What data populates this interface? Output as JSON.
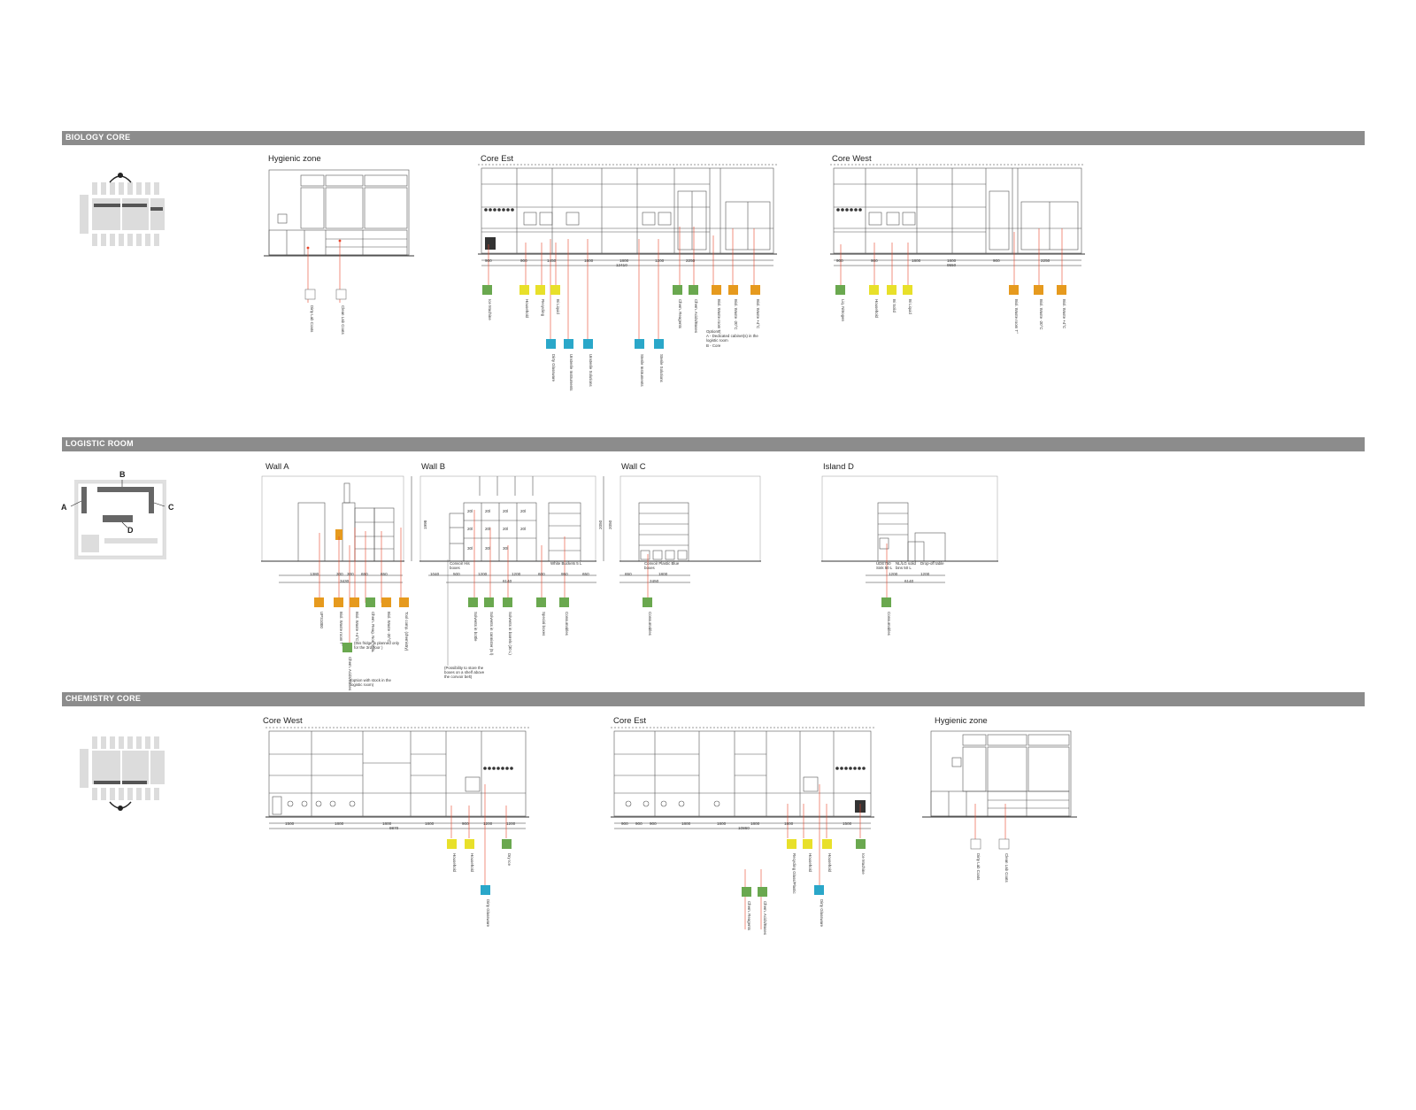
{
  "sections": {
    "biology": "BIOLOGY CORE",
    "logistic": "LOGISTIC ROOM",
    "chemistry": "CHEMISTRY CORE"
  },
  "biology": {
    "hygienic": {
      "title": "Hygienic zone",
      "items": [
        "Dirty Lab Coats",
        "Clean Lab Coats"
      ]
    },
    "core_est": {
      "title": "Core Est",
      "dims": [
        "900",
        "900",
        "1450",
        "1800",
        "1800",
        "1200",
        "2250"
      ],
      "total": "12410",
      "top_items": [
        "Ice Machine",
        "Household",
        "Recycling",
        "Bi Liquid",
        "Chem. Reagents",
        "Chem. Acids/Bases",
        "Biol. Waste room T°",
        "Biol. Waste -20°C",
        "Biol. Waste +4°C"
      ],
      "bottom_items": [
        "Dirty Glassware",
        "Unsterile Instruments",
        "Unsterile Solutions",
        "Sterile Instruments",
        "Sterile Solutions"
      ],
      "options": [
        "Options",
        "A - Dedicated cabinet(s) in the logistic room",
        "B - Core"
      ]
    },
    "core_west": {
      "title": "Core West",
      "dims": [
        "900",
        "900",
        "1800",
        "1800",
        "900",
        "2250"
      ],
      "total": "9550",
      "items": [
        "Liq. Nitrogen",
        "Household",
        "Bi Solid",
        "Bi Liquid",
        "Biol. Waste room T°",
        "Biol. Waste -20°C",
        "Biol. Waste +4°C"
      ]
    }
  },
  "logistic": {
    "keyplan": {
      "a": "A",
      "b": "B",
      "c": "C",
      "d": "D"
    },
    "wall_a": {
      "title": "Wall A",
      "height": "1998",
      "dims": [
        "1380",
        "300",
        "300",
        "650",
        "650"
      ],
      "total": "3430",
      "items": [
        "UPS1000",
        "Biol. Waste room T°",
        "Biol. Waste +4°C",
        "Chem. Reag. Non-Vola.",
        "Biol. Waste -20°C",
        "Tool comp. (chemistry)"
      ],
      "fridge_note": "(this fridge is planned only for the 3rd floor )",
      "acid_item": "Chem. Acids/Bases",
      "acid_note": "(option with stock in the logistic room)"
    },
    "wall_b": {
      "title": "Wall B",
      "height": "2050",
      "side_height": "2050",
      "dims": [
        "1040",
        "500",
        "1200",
        "1200",
        "600",
        "950",
        "650"
      ],
      "total": "6140",
      "bins": [
        "20l",
        "20l",
        "20l",
        "20l",
        "20l",
        "20l",
        "20l",
        "20l",
        "30l",
        "30l",
        "30l"
      ],
      "captions": [
        "Convoir His boxes",
        "White Buckets 5 L"
      ],
      "items": [
        "Solvents in bottle",
        "Solvents in cannister (5 l)",
        "Solvents in barrels (30 L)",
        "Special boxes",
        "Consumables"
      ],
      "shelf_note": "(Possibility to store the boxes on a shelf above the convoir belt)"
    },
    "wall_c": {
      "title": "Wall C",
      "dims": [
        "650",
        "1800"
      ],
      "total": "2450",
      "caption": "Convoir Plastic Blue boxes",
      "items": [
        "Consumables"
      ]
    },
    "island_d": {
      "title": "Island D",
      "dims": [
        "1200",
        "1200"
      ],
      "total": "6140",
      "captions": [
        "UDE750 Sink 50 L",
        "NL/LG solid bins 50 L",
        "Drop-off table"
      ],
      "items": [
        "Consumables"
      ]
    }
  },
  "chemistry": {
    "core_west": {
      "title": "Core West",
      "dims": [
        "1500",
        "1800",
        "1800",
        "1800",
        "900",
        "1200",
        "1200"
      ],
      "total": "9870",
      "items": [
        "Household",
        "Household",
        "Dry Ice"
      ],
      "bottom_items": [
        "Dirty Glassware"
      ]
    },
    "core_est": {
      "title": "Core Est",
      "dims": [
        "900",
        "900",
        "900",
        "1800",
        "1800",
        "1800",
        "1800",
        "1500"
      ],
      "total": "10860",
      "items": [
        "Recycling Glass/Plastic",
        "Household",
        "Household",
        "Ice Machine"
      ],
      "side_items": [
        "Chem. Reagents",
        "Chem. Acids/Bases"
      ],
      "bottom_items": [
        "Dirty Glassware"
      ]
    },
    "hygienic": {
      "title": "Hygienic zone",
      "items": [
        "Dirty Lab Coats",
        "Clean Lab Coats"
      ]
    }
  },
  "colors": {
    "band": "#8c8c8c",
    "green": "#6aa84f",
    "yellow": "#e8e02a",
    "orange": "#e69a1e",
    "blue": "#2aa7c9",
    "leader": "#e8452a"
  }
}
